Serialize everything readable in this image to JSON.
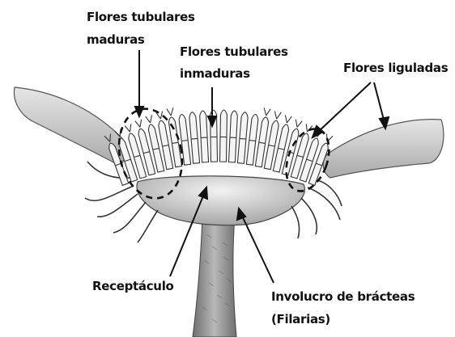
{
  "labels": {
    "mature_line1": "Flores tubulares",
    "mature_line2": "maduras",
    "immature_line1": "Flores tubulares",
    "immature_line2": "inmaduras",
    "ligulate": "Flores liguladas",
    "receptacle": "Receptáculo",
    "involucre_line1": "Involucro de brácteas",
    "involucre_line2": "(Filarias)"
  },
  "colors": {
    "ink": "#111111",
    "ray": "#cfcfcf",
    "receptacle": "#d9d9d9",
    "stem": "#9a9a9a"
  }
}
